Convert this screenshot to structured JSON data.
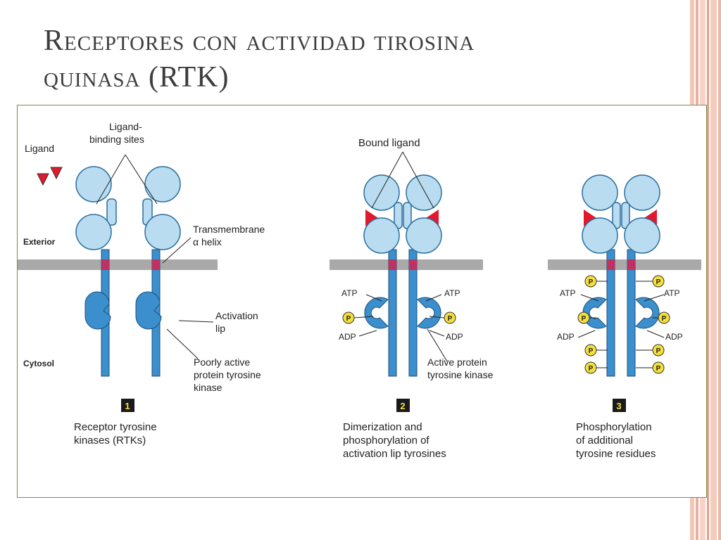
{
  "slide": {
    "title_line1": "Receptores con actividad tirosina",
    "title_line2": "quinasa (RTK)"
  },
  "figure": {
    "labels": {
      "ligand": "Ligand",
      "ligand_binding_line1": "Ligand-",
      "ligand_binding_line2": "binding sites",
      "bound_ligand": "Bound ligand",
      "exterior": "Exterior",
      "cytosol": "Cytosol",
      "transmembrane_line1": "Transmembrane",
      "transmembrane_line2": "α helix",
      "activation_line1": "Activation",
      "activation_line2": "lip",
      "poorly_line1": "Poorly active",
      "poorly_line2": "protein tyrosine",
      "poorly_line3": "kinase",
      "active_line1": "Active protein",
      "active_line2": "tyrosine kinase",
      "atp": "ATP",
      "adp": "ADP",
      "phospho": "P"
    },
    "panels": [
      {
        "number": "1",
        "caption_line1": "Receptor tyrosine",
        "caption_line2": "kinases (RTKs)",
        "caption_line3": ""
      },
      {
        "number": "2",
        "caption_line1": "Dimerization and",
        "caption_line2": "phosphorylation of",
        "caption_line3": "activation lip tyrosines"
      },
      {
        "number": "3",
        "caption_line1": "Phosphorylation",
        "caption_line2": "of additional",
        "caption_line3": "tyrosine residues"
      }
    ],
    "colors": {
      "receptor": "#b9dcf0",
      "kinase": "#3b8fcc",
      "membrane": "#a9a9a9",
      "ligand": "#e0192d",
      "phosphate": "#f5e03a",
      "tm_helix": "#c03060",
      "frame": "#7a8a4e"
    }
  }
}
